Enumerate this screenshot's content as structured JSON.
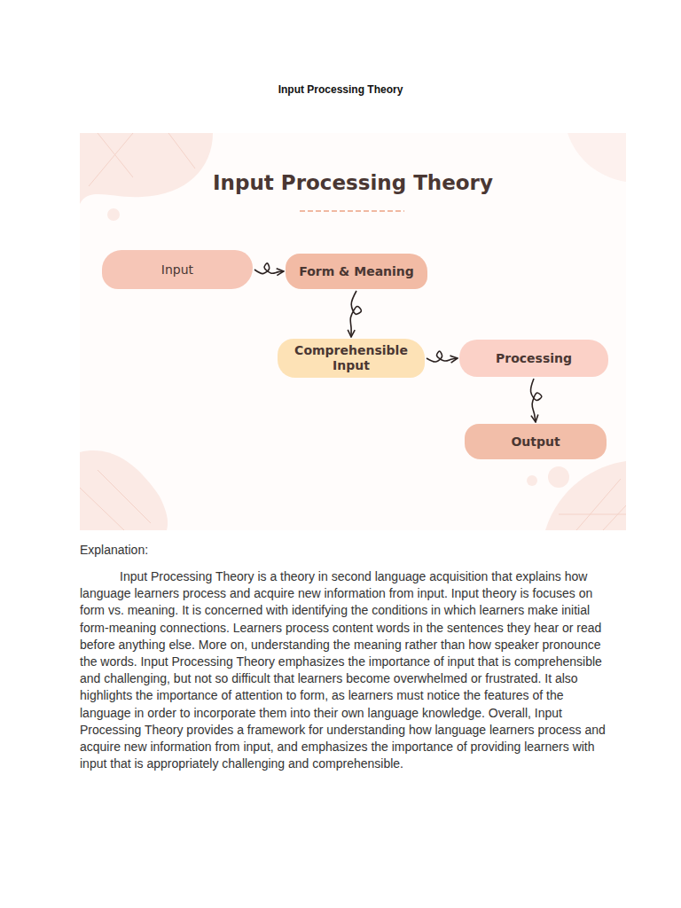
{
  "diagram": {
    "title": "Input Processing Theory",
    "nodes": [
      {
        "text": [
          "Input"
        ]
      },
      {
        "text": [
          "Form & Meaning"
        ]
      },
      {
        "text": [
          "Comprehensible Input"
        ]
      },
      {
        "text": [
          "Processing"
        ]
      },
      {
        "text": [
          "Output"
        ]
      }
    ],
    "edges": [
      {
        "from": 0,
        "to": 1,
        "arrow": "to"
      },
      {
        "from": 1,
        "to": 2,
        "arrow": "to"
      },
      {
        "from": 2,
        "to": 3,
        "arrow": "to"
      },
      {
        "from": 3,
        "to": 4,
        "arrow": "to"
      }
    ],
    "labels": [
      "Input Processing Theory",
      "Explanation:",
      "Input Processing Theory is a theory in second language acquisition that explains how language learners process and acquire new information from input. Input theory is focuses on form vs. meaning. It is concerned with identifying the conditions in which learners make initial form-meaning connections. Learners process content words in the sentences they hear or read before anything else. More on, understanding the meaning rather than how speaker pronounce the words. Input Processing Theory emphasizes the importance of input that is comprehensible and challenging, but not so difficult that learners become overwhelmed or frustrated. It also highlights the importance of attention to form, as learners must notice the features of the language in order to incorporate them into their own language knowledge. Overall, Input Processing Theory provides a framework for understanding how language learners process and acquire new information from input, and emphasizes the importance of providing learners with input that is appropriately challenging and comprehensible."
    ]
  }
}
